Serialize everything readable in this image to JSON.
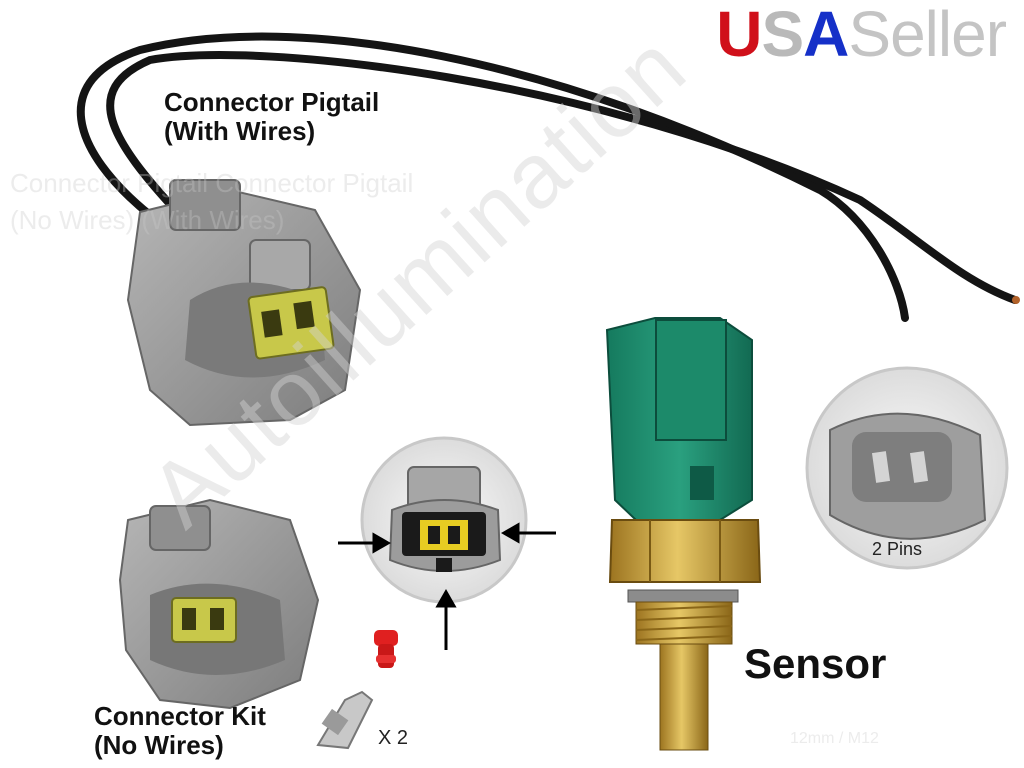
{
  "brand": {
    "u": "U",
    "s": "S",
    "a": "A",
    "rest": "Seller"
  },
  "labels": {
    "pigtail_line1": "Connector Pigtail",
    "pigtail_line2": "(With Wires)",
    "kit_line1": "Connector Kit",
    "kit_line2": "(No Wires)",
    "sensor": "Sensor",
    "pins": "2 Pins",
    "quantity": "X 2"
  },
  "watermark": "Autoillumination",
  "ghost_text": {
    "line1": "Connector Pigtail Connector Pigtail",
    "line2": "(No Wires) (With Wires)",
    "dims": "12mm / M12"
  },
  "colors": {
    "connector_grey": "#9a9a9a",
    "terminal_yellow": "#c8c84a",
    "sensor_green": "#1f8a6c",
    "brass": "#c8a036",
    "seal_red": "#e02020"
  },
  "icons": [
    "wire",
    "connector",
    "sensor",
    "arrow",
    "terminal",
    "seal"
  ]
}
